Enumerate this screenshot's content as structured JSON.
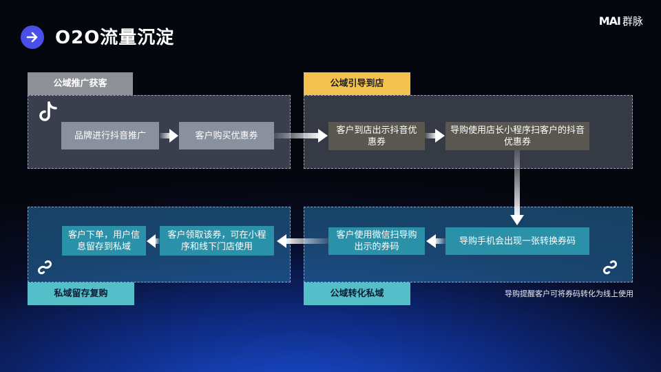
{
  "header": {
    "title": "O2O流量沉淀",
    "icon": "arrow-right-icon",
    "brand_logo": "MAI",
    "brand_name": "群脉"
  },
  "sections": {
    "public_acquire": "公域推广获客",
    "public_guide": "公域引导到店",
    "public_convert": "公域转化私域",
    "private_retain": "私域留存复购"
  },
  "steps": {
    "brand_promo": "品牌进行抖音推广",
    "buy_coupon": "客户购买优惠券",
    "show_coupon": "客户到店出示抖音优惠券",
    "scan_coupon": "导购使用店长小程序扫客户的抖音优惠券",
    "code_appears": "导购手机会出现一张转换券码",
    "wechat_scan": "客户使用微信扫导购出示的券码",
    "claim_coupon": "客户领取该券，可在小程序和线下门店使用",
    "place_order": "客户下单，用户信息留存到私域"
  },
  "note": "导购提醒客户可将券码转化为线上使用",
  "icons": [
    "tiktok-icon",
    "miniprogram-icon"
  ],
  "colors": {
    "accent": "#4a4fe8",
    "gray_tag": "#8e9097",
    "gold_tag": "#f2c14e",
    "teal_tag": "#54bfc9",
    "teal_box": "#2b91a9",
    "brown_box": "#5a574e",
    "gray_box": "#8a919e"
  }
}
